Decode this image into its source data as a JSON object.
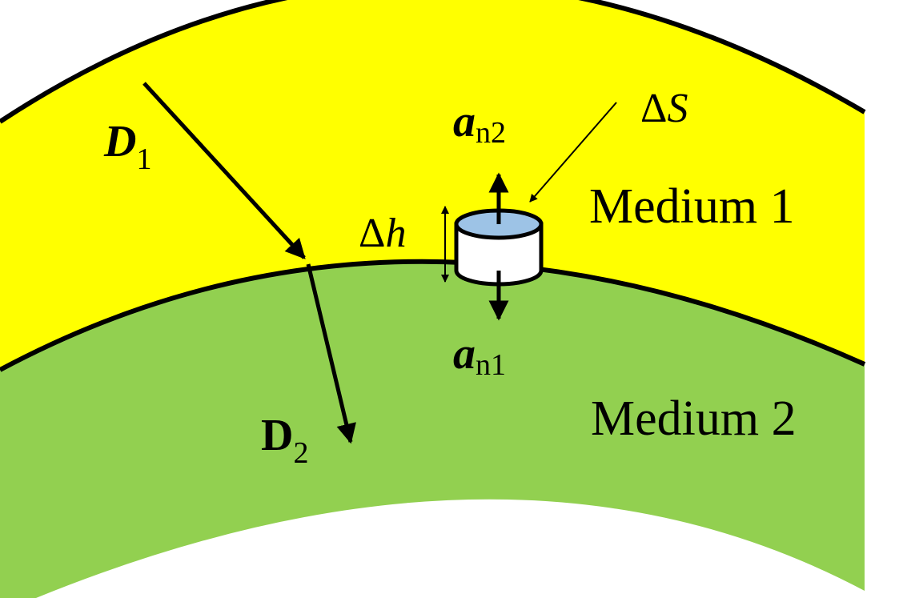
{
  "regions": {
    "medium1": {
      "label": "Medium 1",
      "color": "#ffff00"
    },
    "medium2": {
      "label": "Medium 2",
      "color": "#92d050"
    }
  },
  "vectors": {
    "d1": {
      "symbol": "D",
      "subscript": "1"
    },
    "d2": {
      "symbol": "D",
      "subscript": "2"
    },
    "an2": {
      "symbol": "a",
      "subscript": "n2"
    },
    "an1": {
      "symbol": "a",
      "subscript": "n1"
    }
  },
  "pillbox": {
    "area_label": {
      "delta": "Δ",
      "var": "S"
    },
    "height_label": {
      "delta": "Δ",
      "var": "h"
    },
    "top_color": "#9dc3e6",
    "side_color": "#ffffff"
  }
}
